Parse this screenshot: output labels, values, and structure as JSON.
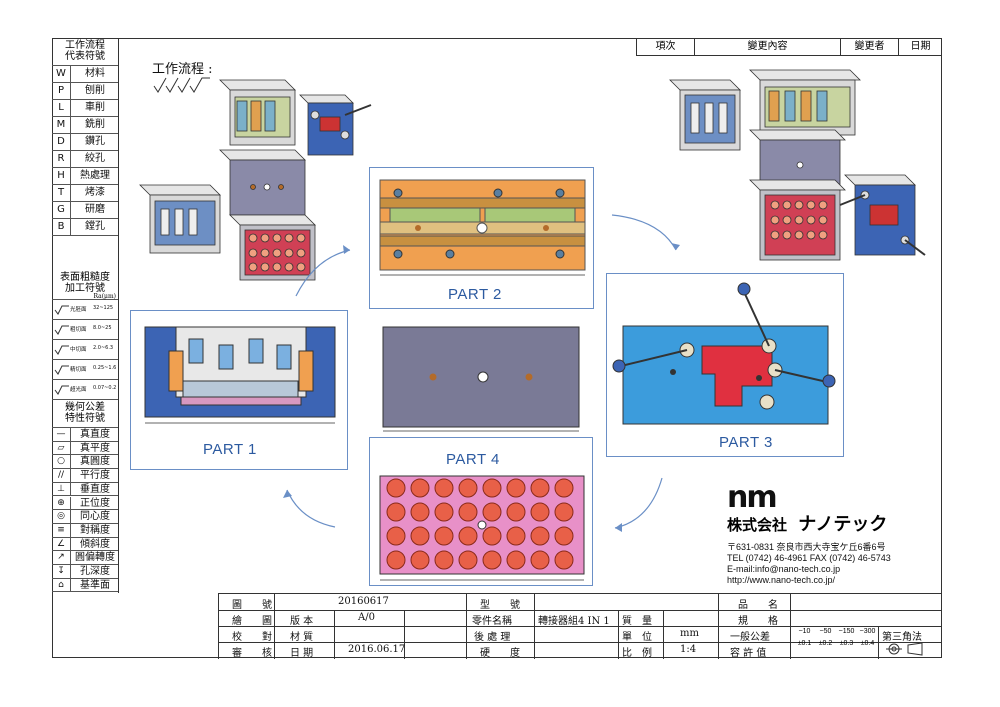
{
  "workflow_header": [
    "工作流程",
    "代表符號"
  ],
  "workflow": [
    {
      "sym": "W",
      "name": "材料"
    },
    {
      "sym": "P",
      "name": "刨削"
    },
    {
      "sym": "L",
      "name": "車削"
    },
    {
      "sym": "M",
      "name": "銑削"
    },
    {
      "sym": "D",
      "name": "鑽孔"
    },
    {
      "sym": "R",
      "name": "絞孔"
    },
    {
      "sym": "H",
      "name": "熱處理"
    },
    {
      "sym": "T",
      "name": "烤漆"
    },
    {
      "sym": "G",
      "name": "研磨"
    },
    {
      "sym": "B",
      "name": "鏜孔"
    }
  ],
  "roughness_header": [
    "表面粗糙度",
    "加工符號"
  ],
  "roughness_unit": "Ra(μm)",
  "roughness": [
    {
      "name": "光胚面",
      "range": "32~125"
    },
    {
      "name": "粗切面",
      "range": "8.0~25"
    },
    {
      "name": "中切面",
      "range": "2.0~6.3"
    },
    {
      "name": "精切面",
      "range": "0.25~1.6"
    },
    {
      "name": "超光面",
      "range": "0.07~0.2"
    }
  ],
  "tolerance_header": [
    "幾何公差",
    "特性符號"
  ],
  "tolerances": [
    {
      "sym": "—",
      "name": "真直度"
    },
    {
      "sym": "▱",
      "name": "真平度"
    },
    {
      "sym": "○",
      "name": "真圓度"
    },
    {
      "sym": "//",
      "name": "平行度"
    },
    {
      "sym": "⊥",
      "name": "垂直度"
    },
    {
      "sym": "⊕",
      "name": "正位度"
    },
    {
      "sym": "◎",
      "name": "同心度"
    },
    {
      "sym": "≡",
      "name": "對稱度"
    },
    {
      "sym": "∠",
      "name": "傾斜度"
    },
    {
      "sym": "↗",
      "name": "圓偏轉度"
    },
    {
      "sym": "↧",
      "name": "孔深度"
    },
    {
      "sym": "⌂",
      "name": "基準面"
    }
  ],
  "process_label": "工作流程 :",
  "revision": {
    "item": "項次",
    "content": "變更內容",
    "changer": "變更者",
    "date": "日期"
  },
  "parts": [
    "PART 1",
    "PART 2",
    "PART 3",
    "PART 4"
  ],
  "company": {
    "logo_text": "nm",
    "name_jp": "株式会社",
    "name_kana": "ナノテック",
    "address": "〒631-0831 奈良市西大寺宝ケ丘6番6号",
    "tel": "TEL (0742) 46-4961  FAX (0742) 46-5743",
    "email": "E-mail:info@nano-tech.co.jp",
    "url": "http://www.nano-tech.co.jp/"
  },
  "titleblock": {
    "l_drawing_no": "圖　　號",
    "v_drawing_no": "20160617",
    "l_model": "型　　號",
    "l_drawn": "繪　　圖",
    "l_version": "版 本",
    "v_version": "A/0",
    "l_part_name": "零件名稱",
    "v_part_name": "轉接器組4 IN 1",
    "l_mass": "質　量",
    "l_check": "校　　對",
    "l_material": "材 質",
    "l_post": "後 處 理",
    "l_unit": "單　位",
    "v_unit": "mm",
    "l_approve": "審　　核",
    "l_date": "日 期",
    "v_date": "2016.06.17",
    "l_hardness": "硬　　度",
    "l_scale": "比　例",
    "v_scale": "1:4",
    "l_product": "品　　名",
    "l_spec": "規　　格",
    "l_gen_tol": "一般公差",
    "l_tol_val": "容 許 值",
    "tol_ranges": [
      "~10",
      "~50",
      "~150",
      "~300"
    ],
    "tol_values": [
      "±0.1",
      "±0.2",
      "±0.3",
      "±0.4"
    ],
    "projection": "第三角法"
  }
}
